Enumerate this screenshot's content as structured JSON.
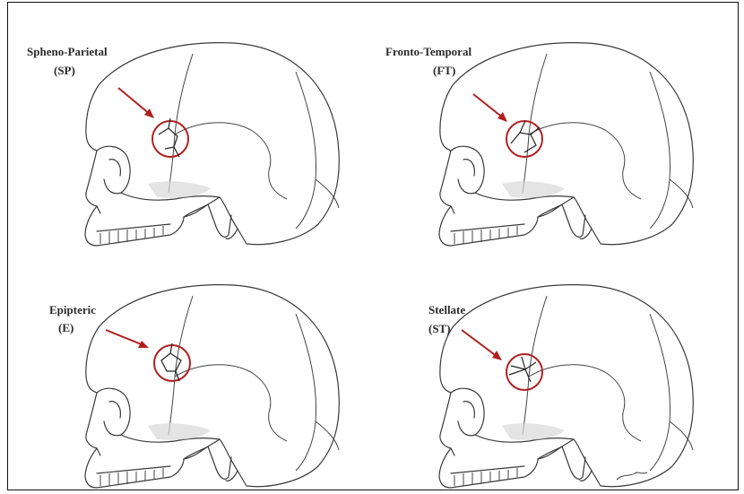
{
  "figure": {
    "panels": [
      {
        "id": "sp",
        "name": "Spheno-Parietal",
        "abbr": "(SP)"
      },
      {
        "id": "ft",
        "name": "Fronto-Temporal",
        "abbr": "(FT)"
      },
      {
        "id": "e",
        "name": "Epipteric",
        "abbr": "(E)"
      },
      {
        "id": "st",
        "name": "Stellate",
        "abbr": "(ST)"
      }
    ],
    "colors": {
      "highlight": "#b02020",
      "line": "#3a3a3a",
      "shade": "#d8d8d8"
    }
  }
}
